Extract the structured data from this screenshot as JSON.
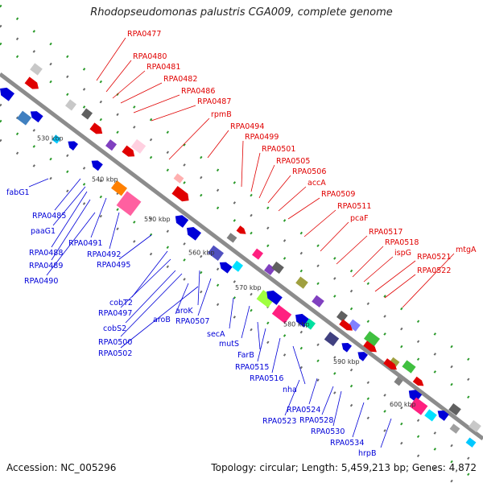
{
  "title": "Rhodopseudomonas palustris CGA009, complete genome",
  "footer": {
    "accession": "Accession: NC_005296",
    "topology": "Topology: circular; Length: 5,459,213 bp; Genes: 4,872"
  },
  "colors": {
    "forward": "#e00000",
    "reverse": "#0000d8",
    "backbone": "#8c8c8c",
    "kbp_tick": "#2a9a2a"
  },
  "kbp_ticks": [
    "530 kbp",
    "540 kbp",
    "550 kbp",
    "560 kbp",
    "570 kbp",
    "580 kbp",
    "590 kbp",
    "600 kbp"
  ],
  "forward_labels": [
    "RPA0477",
    "RPA0480",
    "RPA0481",
    "RPA0482",
    "RPA0486",
    "RPA0487",
    "rpmB",
    "RPA0494",
    "RPA0499",
    "RPA0501",
    "RPA0505",
    "RPA0506",
    "accA",
    "RPA0509",
    "RPA0511",
    "pcaF",
    "RPA0517",
    "RPA0518",
    "ispG",
    "RPA0521",
    "mtgA",
    "RPA0522"
  ],
  "reverse_labels": [
    "fabG1",
    "RPA0485",
    "paaG1",
    "RPA0488",
    "RPA0491",
    "RPA0489",
    "RPA0492",
    "RPA0490",
    "RPA0495",
    "cobT2",
    "RPA0497",
    "aroK",
    "cobS2",
    "aroB",
    "RPA0507",
    "RPA0500",
    "secA",
    "RPA0502",
    "mutS",
    "FarB",
    "RPA0515",
    "RPA0516",
    "nha",
    "RPA0524",
    "RPA0523",
    "RPA0528",
    "RPA0530",
    "RPA0534",
    "hrpB"
  ]
}
